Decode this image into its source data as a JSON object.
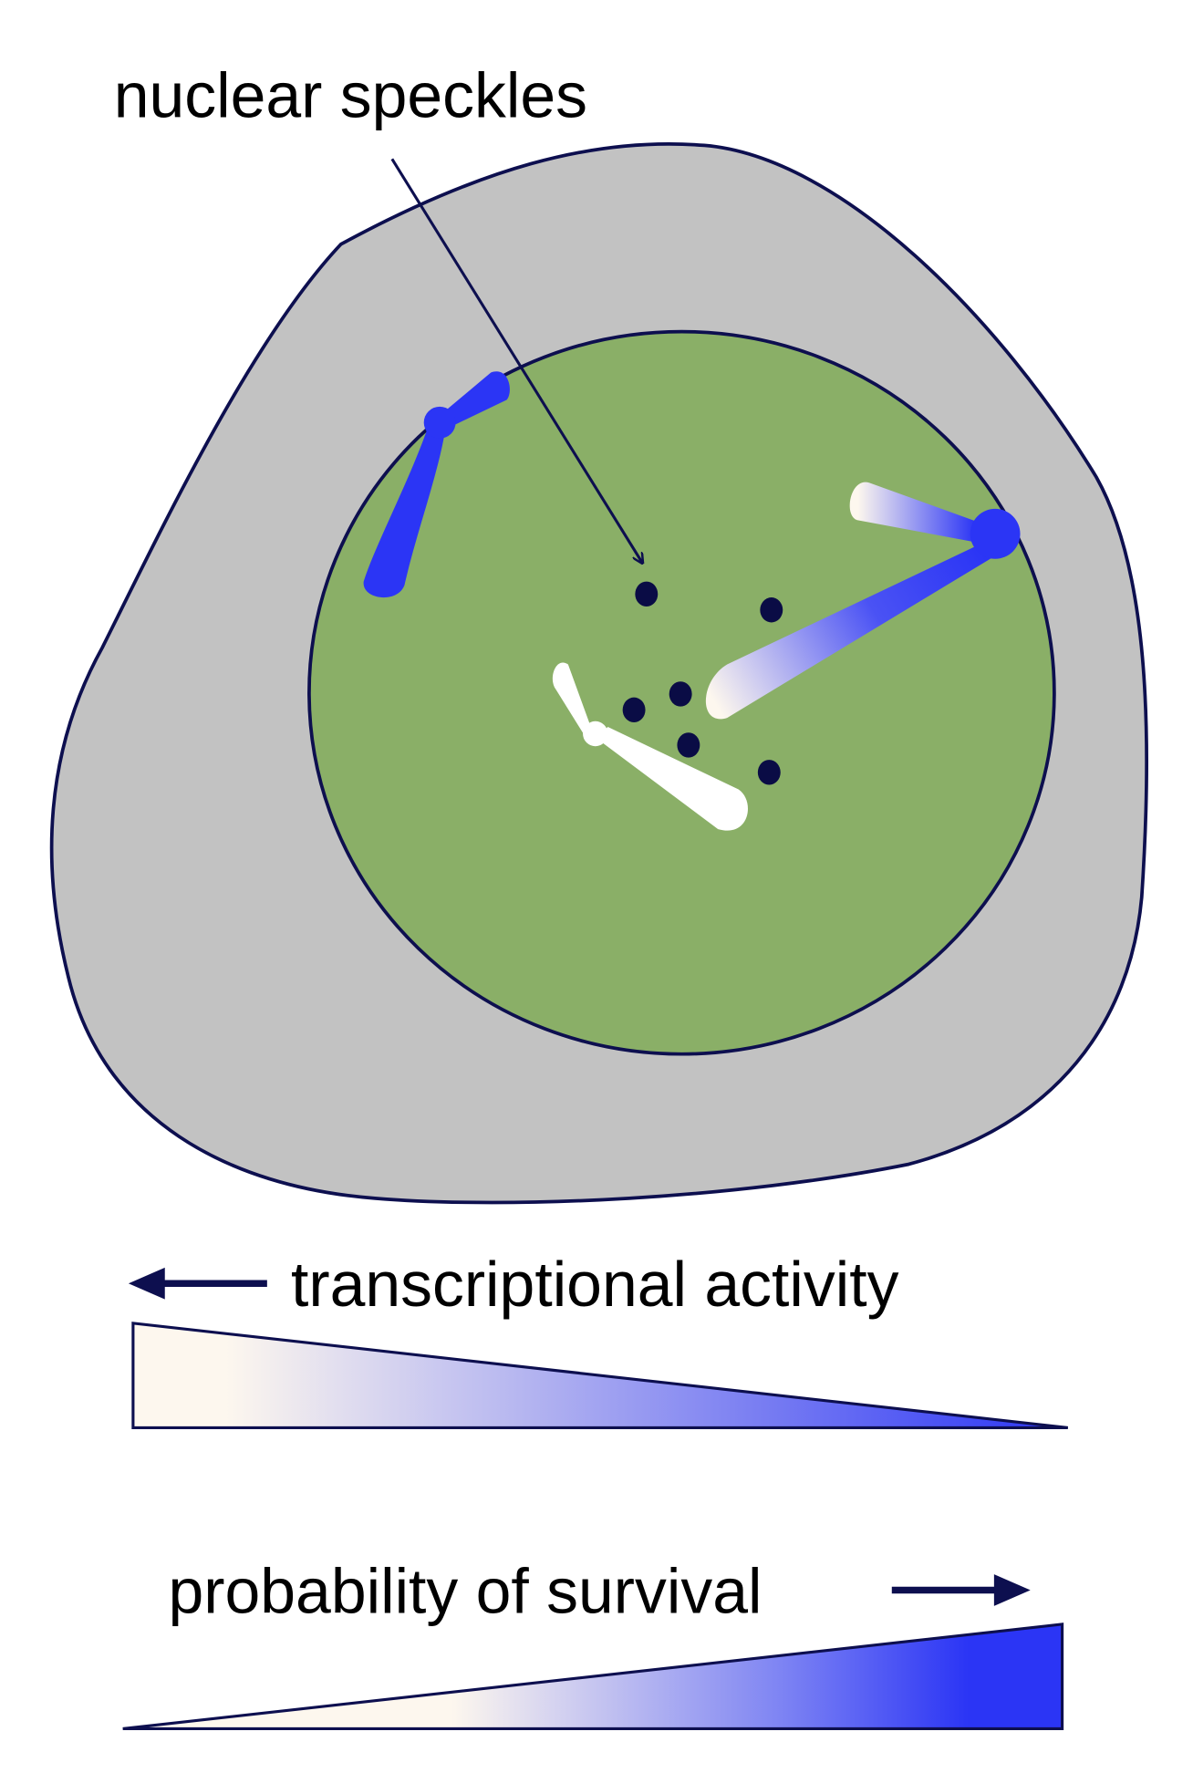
{
  "labels": {
    "nuclear_speckles": "nuclear speckles",
    "transcriptional_activity": "transcriptional activity",
    "probability_of_survival": "probability of survival"
  },
  "colors": {
    "cytoplasm": "#c2c2c2",
    "nucleus": "#8aaf67",
    "outline": "#0d0f4f",
    "speckle": "#0a0c45",
    "chromatin_active": "#2b35f5",
    "chromatin_inactive": "#ffffff",
    "gradient_light": "#fdf7ee"
  }
}
